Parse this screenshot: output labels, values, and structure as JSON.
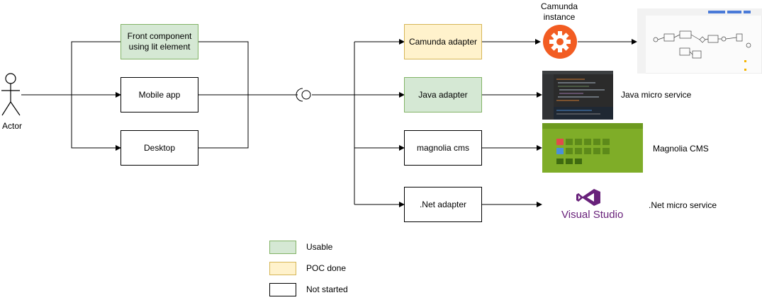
{
  "actor": {
    "label": "Actor"
  },
  "clients": [
    {
      "label": "Front component using lit element",
      "status": "usable"
    },
    {
      "label": "Mobile app",
      "status": "not-started"
    },
    {
      "label": "Desktop",
      "status": "not-started"
    }
  ],
  "adapters": [
    {
      "label": "Camunda adapter",
      "status": "poc"
    },
    {
      "label": "Java adapter",
      "status": "usable"
    },
    {
      "label": "magnolia cms",
      "status": "not-started"
    },
    {
      "label": ".Net adapter",
      "status": "not-started"
    }
  ],
  "services": {
    "camunda_title": "Camunda instance",
    "java": "Java micro service",
    "magnolia": "Magnolia CMS",
    "dotnet": ".Net micro service",
    "visual_studio_logo": "Visual Studio"
  },
  "legend": [
    {
      "label": "Usable",
      "status": "usable"
    },
    {
      "label": "POC done",
      "status": "poc"
    },
    {
      "label": "Not started",
      "status": "not-started"
    }
  ],
  "colors": {
    "usable_fill": "#d5e8d4",
    "usable_stroke": "#82b366",
    "poc_fill": "#fff2cc",
    "poc_stroke": "#d6b656",
    "camunda_orange": "#f25c22",
    "magnolia_green": "#7fad28",
    "visual_studio_purple": "#68217a"
  }
}
